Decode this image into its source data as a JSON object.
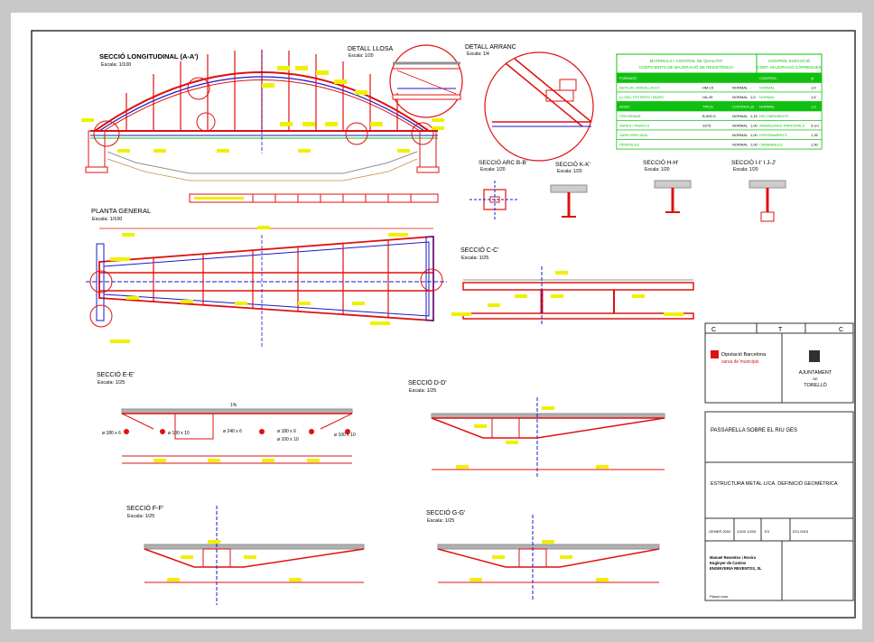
{
  "sections": {
    "long_title": "SECCIÓ LONGITUDINAL (A-A')",
    "long_scale": "Escala: 1/100",
    "detall_llosa": "DETALL LLOSA",
    "detall_llosa_scale": "Escala: 1/20",
    "detall_arranc": "DETALL ARRANC",
    "detall_arranc_scale": "Escala: 1/4",
    "planta": "PLANTA GENERAL",
    "planta_scale": "Escala: 1/100",
    "arc_bb": "SECCIÓ ARC B-B'",
    "arc_bb_scale": "Escala: 1/20",
    "kk": "SECCIÓ K-K'",
    "kk_scale": "Escala: 1/20",
    "hh": "SECCIÓ H-H'",
    "hh_scale": "Escala: 1/20",
    "ij": "SECCIÓ I-I' I J-J'",
    "ij_scale": "Escala: 1/20",
    "cc": "SECCIÓ C-C'",
    "cc_scale": "Escala: 1/25",
    "ee": "SECCIÓ E-E'",
    "ee_scale": "Escala: 1/25",
    "dd": "SECCIÓ D-D'",
    "dd_scale": "Escala: 1/25",
    "ff": "SECCIÓ F-F'",
    "ff_scale": "Escala: 1/25",
    "gg": "SECCIÓ G-G'",
    "gg_scale": "Escala: 1/25"
  },
  "ee_labels": {
    "p1": "ø 180 x 6",
    "p2": "ø 100 x 10",
    "p3": "ø 240 x 6",
    "p4": "ø 180 x 6",
    "p5": "ø 100 x 10",
    "p6": "ø 100 x 10",
    "slope": "1%"
  },
  "table": {
    "h1a": "MATERIALS I CONTROL DE QUALITAT",
    "h1b": "COEFICIENTS DE MAJORACIÓ DE RESISTÈNCIA",
    "h2a": "CONTROL EXECUCIÓ",
    "h2b": "COEF. MAJORACIÓ CÀRREGUES",
    "col_tipus": "TIPUS",
    "col_control": "CONTROL",
    "col_coef": "γs",
    "rows": [
      {
        "name": "FORMIGÓ",
        "tipus": "",
        "control": "",
        "coef": "",
        "ctrl": "CONTROL",
        "gf": "γf"
      },
      {
        "name": "NETEJA I ANIVELLACIÓ",
        "tipus": "HM-15",
        "control": "NORMAL",
        "coef": "-",
        "ctrl": "NORMAL",
        "gf": "1,6"
      },
      {
        "name": "LLOSA, ESTREPS I MURS",
        "tipus": "HA-25",
        "control": "NORMAL",
        "coef": "1,5",
        "ctrl": "NORMAL",
        "gf": "1,6"
      },
      {
        "name": "ACER",
        "tipus": "TIPUS",
        "control": "CONTROL",
        "coef": "γs",
        "ctrl": "NORMAL",
        "gf": "1,6"
      },
      {
        "name": "PER ARMAR",
        "tipus": "B-500-S",
        "control": "NORMAL",
        "coef": "1,15",
        "ctrl": "RECOBRIMENTS",
        "gf": ""
      },
      {
        "name": "XAPES I PERFILS",
        "tipus": "S275",
        "control": "NORMAL",
        "coef": "1,00",
        "ctrl": "ARMADURES PRINCIPALS",
        "gf": "3 cm."
      },
      {
        "name": "XAPA GRECADA",
        "tipus": "",
        "control": "NORMAL",
        "coef": "1,00",
        "ctrl": "ESPORAMENTS",
        "gf": "1,35"
      },
      {
        "name": "PÈNDOLES",
        "tipus": "",
        "control": "NORMAL",
        "coef": "1,00",
        "ctrl": "CAMBIABLES",
        "gf": "1,50"
      }
    ]
  },
  "cartouche": {
    "letters": [
      "C",
      "T",
      "C"
    ],
    "client_name": "Diputació Barcelona",
    "client_sub": "xarxa de municipis",
    "ajunt_name": "AJUNTAMENT",
    "ajunt_de": "DE",
    "ajunt_city": "TORELLÓ",
    "project": "PASSARELLA SOBRE EL RIU GES",
    "drawing": "ESTRUCTURA METÀL·LICA. DEFINICIÓ GEOMÈTRICA",
    "date": "GENER 2002",
    "scale": "1/100 1/200",
    "num": "E3",
    "sheet": "E21.0015",
    "author1": "Manuel Reventos i Rovira",
    "author2": "Enginyer de Camins",
    "author3": "ENGINYERIA REVENTOS, SL",
    "plan_label": "Plànol núm."
  },
  "colors": {
    "page": "#c8c8c8",
    "sheet": "#ffffff",
    "frame": "#303030",
    "red": "#e01010",
    "blue": "#1818c8",
    "green": "#10c010",
    "yellow": "#f0f000",
    "grey": "#909090"
  }
}
